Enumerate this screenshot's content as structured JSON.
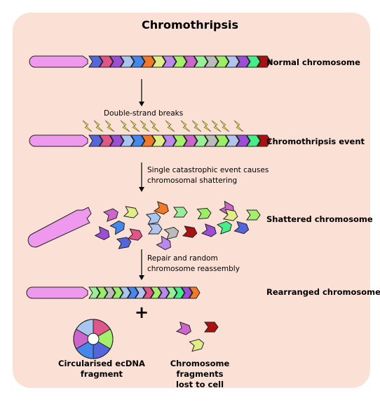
{
  "title": "Chromothripsis",
  "rows": {
    "normal": "Normal chromosome",
    "event": "Chromothripsis event",
    "shattered": "Shattered chromosome",
    "rearranged": "Rearranged chromosome"
  },
  "notes": {
    "breaks": "Double-strand breaks",
    "shatter_line1": "Single catastrophic event causes",
    "shatter_line2": "chromosomal shattering",
    "repair_line1": "Repair and random",
    "repair_line2": "chromosome reassembly"
  },
  "plus": "+",
  "captions": {
    "ecdna_line1": "Circularised ecDNA",
    "ecdna_line2": "fragment",
    "lost_line1": "Chromosome fragments",
    "lost_line2": "lost to cell"
  },
  "colors": {
    "background": "#fbe0d5",
    "chromosome_arm": "#ee99ee",
    "segments": [
      "#5566dd",
      "#e0558a",
      "#9a4fd6",
      "#a9c6f0",
      "#4488ee",
      "#f07a2a",
      "#e1ee88",
      "#bb88ee",
      "#a4f06a",
      "#cc66cc",
      "#99ee99",
      "#bbbbbb",
      "#99ee66",
      "#b0c4ee",
      "#9a4fd6",
      "#44ee88",
      "#aa1111"
    ],
    "bolt": "#eeee22"
  }
}
